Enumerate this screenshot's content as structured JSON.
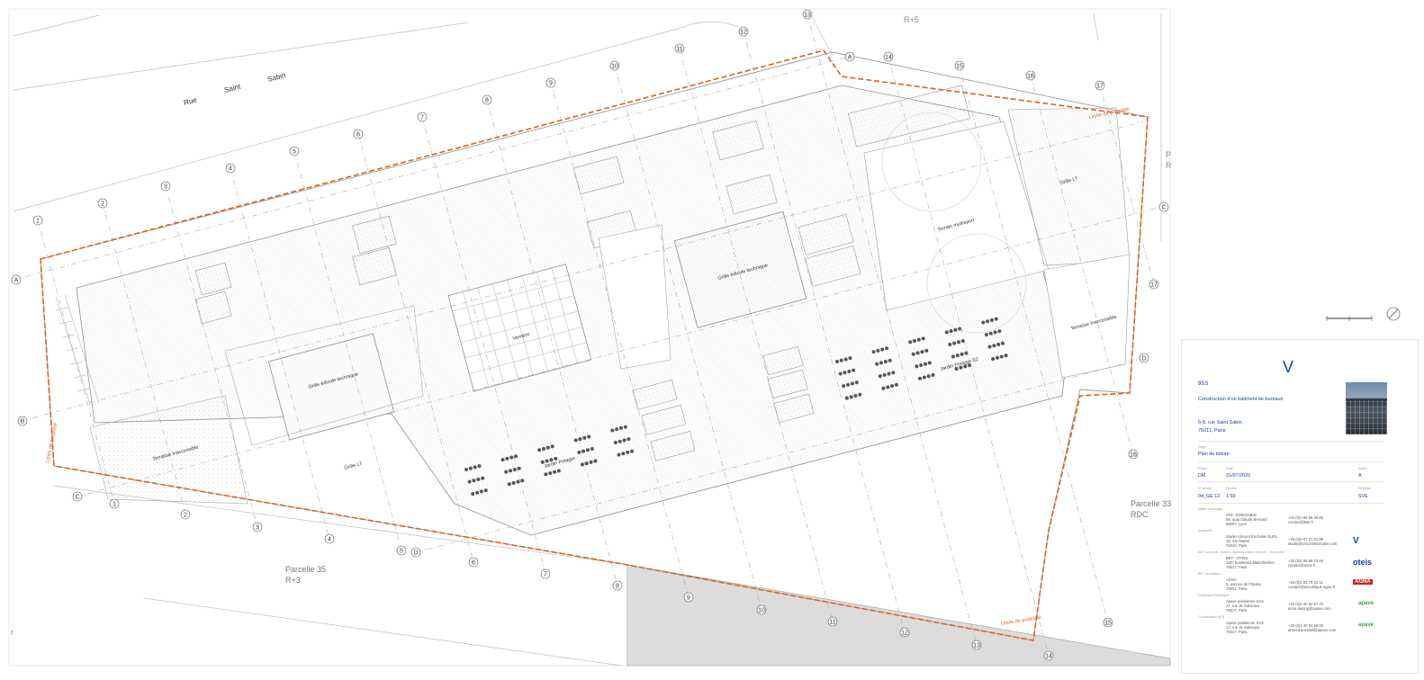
{
  "plan": {
    "street": [
      "Rue",
      "Saint",
      "Sabin"
    ],
    "top_level": "R+5",
    "right_partial": [
      "P",
      "R"
    ],
    "left_partial": "r",
    "property_limit": "Limite de propriété",
    "rooms": {
      "grille_lt_right": "Grille LT",
      "terrain": "Terrain multisport",
      "grille_edicule_center": "Grille édicule technique",
      "verriere": "Verrière",
      "grille_edicule_left": "Grille édicule technique",
      "terrasse_right": "Terrasse inaccessible",
      "terrasse_left": "Terrasse inaccessible",
      "grille_lt_left": "Grille LT",
      "jardin_left": "Jardin Potager",
      "jardin_right": "Jardin Potager 02"
    },
    "parcels": {
      "p35_name": "Parcelle 35",
      "p35_level": "R+3",
      "p33_name": "Parcelle 33",
      "p33_level": "RDC"
    },
    "axis_numbers": [
      "1",
      "2",
      "3",
      "4",
      "5",
      "6",
      "7",
      "8",
      "9",
      "10",
      "11",
      "12",
      "13",
      "14",
      "15",
      "16",
      "17"
    ],
    "axis_letters": [
      "A",
      "B",
      "C",
      "D"
    ]
  },
  "cartouche": {
    "client": "8SS",
    "project": "Construction d'un batiment de bureaux",
    "address_line1": "6-8, rue Saint Sabin",
    "address_line2": "75011, Paris",
    "objet_label": "Objet",
    "objet": "Plan de toiture",
    "phase_label": "Phase",
    "phase": "DM",
    "date_label": "Date",
    "date": "31/07/2020",
    "indice_label": "Indice",
    "indice": "A",
    "numero_label": "N° dessin",
    "numero": "04_GE 12",
    "echelle_label": "Echelle",
    "echelle": "1:50",
    "emetteur_label": "Emetteur",
    "emetteur": "SVE",
    "intervenants": [
      {
        "role": "Maître d'ouvrage",
        "lines": [
          "SNC JOSESABIN",
          "59, quai Claude Bernard",
          "69007, Lyon"
        ],
        "contact": [
          "+33 (0)1 86 95 49 85",
          "contact@8ss.fr"
        ],
        "logo": ""
      },
      {
        "role": "Architecte",
        "lines": [
          "Studio Vincent Eschalier EURL",
          "16, rue Martel",
          "75010, Paris"
        ],
        "contact": [
          "+33 (0)9 67 21 01 98",
          "studio@vincenteschalier.com"
        ],
        "logo": "V"
      },
      {
        "role": "BET structure - fluides - façades Maître d'œuvre - Economie",
        "lines": [
          "BET - OTEIS",
          "14D, boulevard Malesherbes",
          "75017, Paris"
        ],
        "contact": [
          "+33 (0)1 58 69 10 40",
          "contact@oteis.fr"
        ],
        "logo": "oteis"
      },
      {
        "role": "BET acoustique",
        "lines": [
          "AGNA",
          "5, avenue de l'Opéra",
          "75001, Paris"
        ],
        "contact": [
          "+33 (0)1 84 75 02 11",
          "contact@acoustique.agna.fr"
        ],
        "logo": "AGNA"
      },
      {
        "role": "Contrôleur Technique",
        "lines": [
          "Apave parisienne SAS",
          "17, rue de Salneuve",
          "75017, Paris"
        ],
        "contact": [
          "+33 (0)1 40 54 67 72",
          "anne.deping@apave.com"
        ],
        "logo": "apave"
      },
      {
        "role": "Coordinateur SPS",
        "lines": [
          "Apave parisienne SAS",
          "17, rue de Salneuve",
          "75017, Paris"
        ],
        "contact": [
          "+33 (0)1 40 54 68 00",
          "ahmed.ouestall@apave.com"
        ],
        "logo": "apave"
      }
    ]
  }
}
